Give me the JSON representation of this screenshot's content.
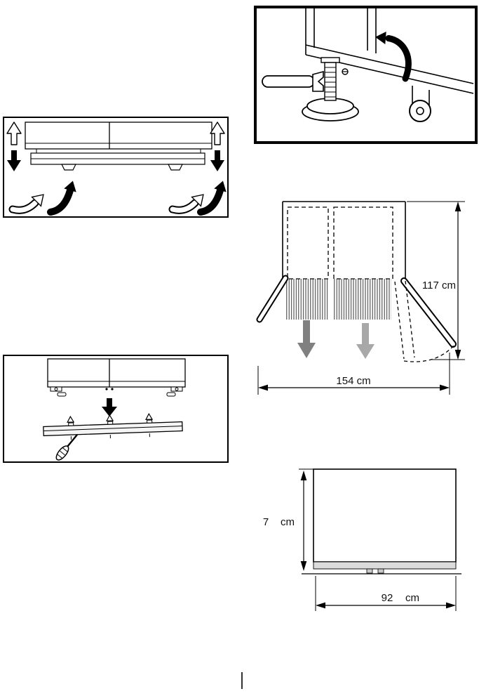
{
  "dimensions": {
    "open_height_label": "117 cm",
    "open_width_label": "154 cm",
    "gap_height_value": "7",
    "gap_height_unit": "cm",
    "gap_width_value": "92",
    "gap_width_unit": "cm"
  }
}
